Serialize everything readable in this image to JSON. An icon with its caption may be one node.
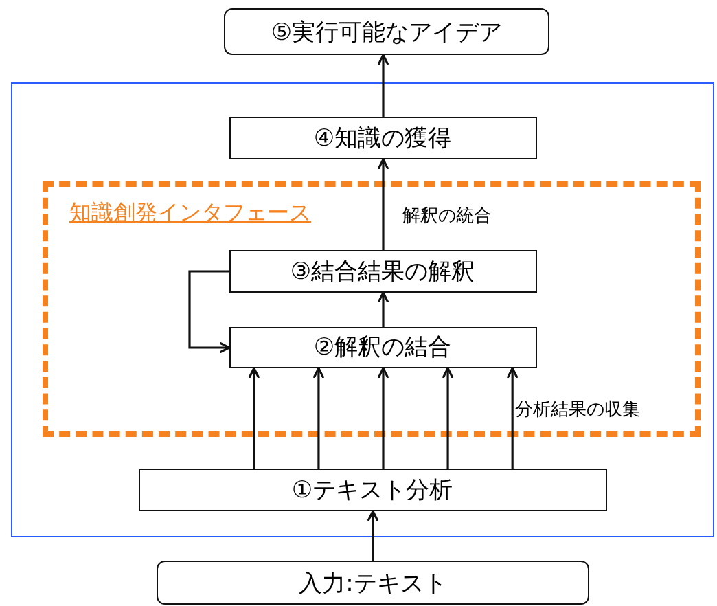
{
  "diagram": {
    "nodes": [
      {
        "text": [
          "⑤実行可能なアイデア"
        ]
      },
      {
        "text": [],
        "shape": "box"
      },
      {
        "text": [
          "④知識の獲得"
        ],
        "in": 1
      },
      {
        "text": [
          "知識創発インタフェース"
        ],
        "in": 1
      },
      {
        "text": [
          "③結合結果の解釈"
        ],
        "in": 3
      },
      {
        "text": [
          "②解釈の結合"
        ],
        "in": 3
      },
      {
        "text": [
          "①テキスト分析"
        ],
        "in": 1
      },
      {
        "text": [
          "入力:テキスト"
        ]
      }
    ],
    "edges": [
      {
        "from": 7,
        "to": 6,
        "arrow": "to"
      },
      {
        "from": 6,
        "to": 5,
        "arrow": "to"
      },
      {
        "from": 6,
        "to": 5,
        "arrow": "to"
      },
      {
        "from": 6,
        "to": 5,
        "arrow": "to"
      },
      {
        "from": 6,
        "to": 5,
        "arrow": "to"
      },
      {
        "from": 6,
        "to": 5,
        "arrow": "to"
      },
      {
        "from": 5,
        "to": 4,
        "arrow": "to"
      },
      {
        "from": 4,
        "to": 5,
        "arrow": "to"
      },
      {
        "from": 4,
        "to": 2,
        "arrow": "to"
      },
      {
        "from": 2,
        "to": 0,
        "arrow": "to"
      }
    ],
    "labels": [
      "解釈の統合",
      "分析結果の収集"
    ]
  }
}
